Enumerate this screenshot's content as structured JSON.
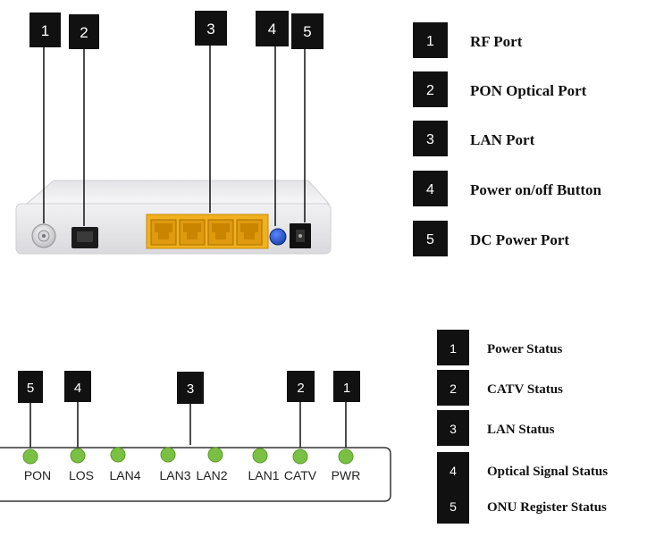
{
  "router_callouts": [
    "1",
    "2",
    "3",
    "4",
    "5"
  ],
  "router_legend": [
    {
      "num": "1",
      "label": "RF Port"
    },
    {
      "num": "2",
      "label": "PON Optical Port"
    },
    {
      "num": "3",
      "label": "LAN Port"
    },
    {
      "num": "4",
      "label": "Power on/off Button"
    },
    {
      "num": "5",
      "label": "DC Power Port"
    }
  ],
  "led_callouts": [
    "5",
    "4",
    "3",
    "2",
    "1"
  ],
  "led_labels": [
    "PON",
    "LOS",
    "LAN4",
    "LAN3",
    "LAN2",
    "LAN1",
    "CATV",
    "PWR"
  ],
  "led_legend": [
    {
      "num": "1",
      "label": "Power Status"
    },
    {
      "num": "2",
      "label": "CATV Status"
    },
    {
      "num": "3",
      "label": "LAN Status"
    },
    {
      "num": "4",
      "label": "Optical Signal Status"
    },
    {
      "num": "5",
      "label": "ONU Register Status"
    }
  ],
  "colors": {
    "callout_box": "#111111",
    "led": "#7ac143",
    "lan_port": "#f2b01e",
    "power_button": "#2255cc"
  }
}
